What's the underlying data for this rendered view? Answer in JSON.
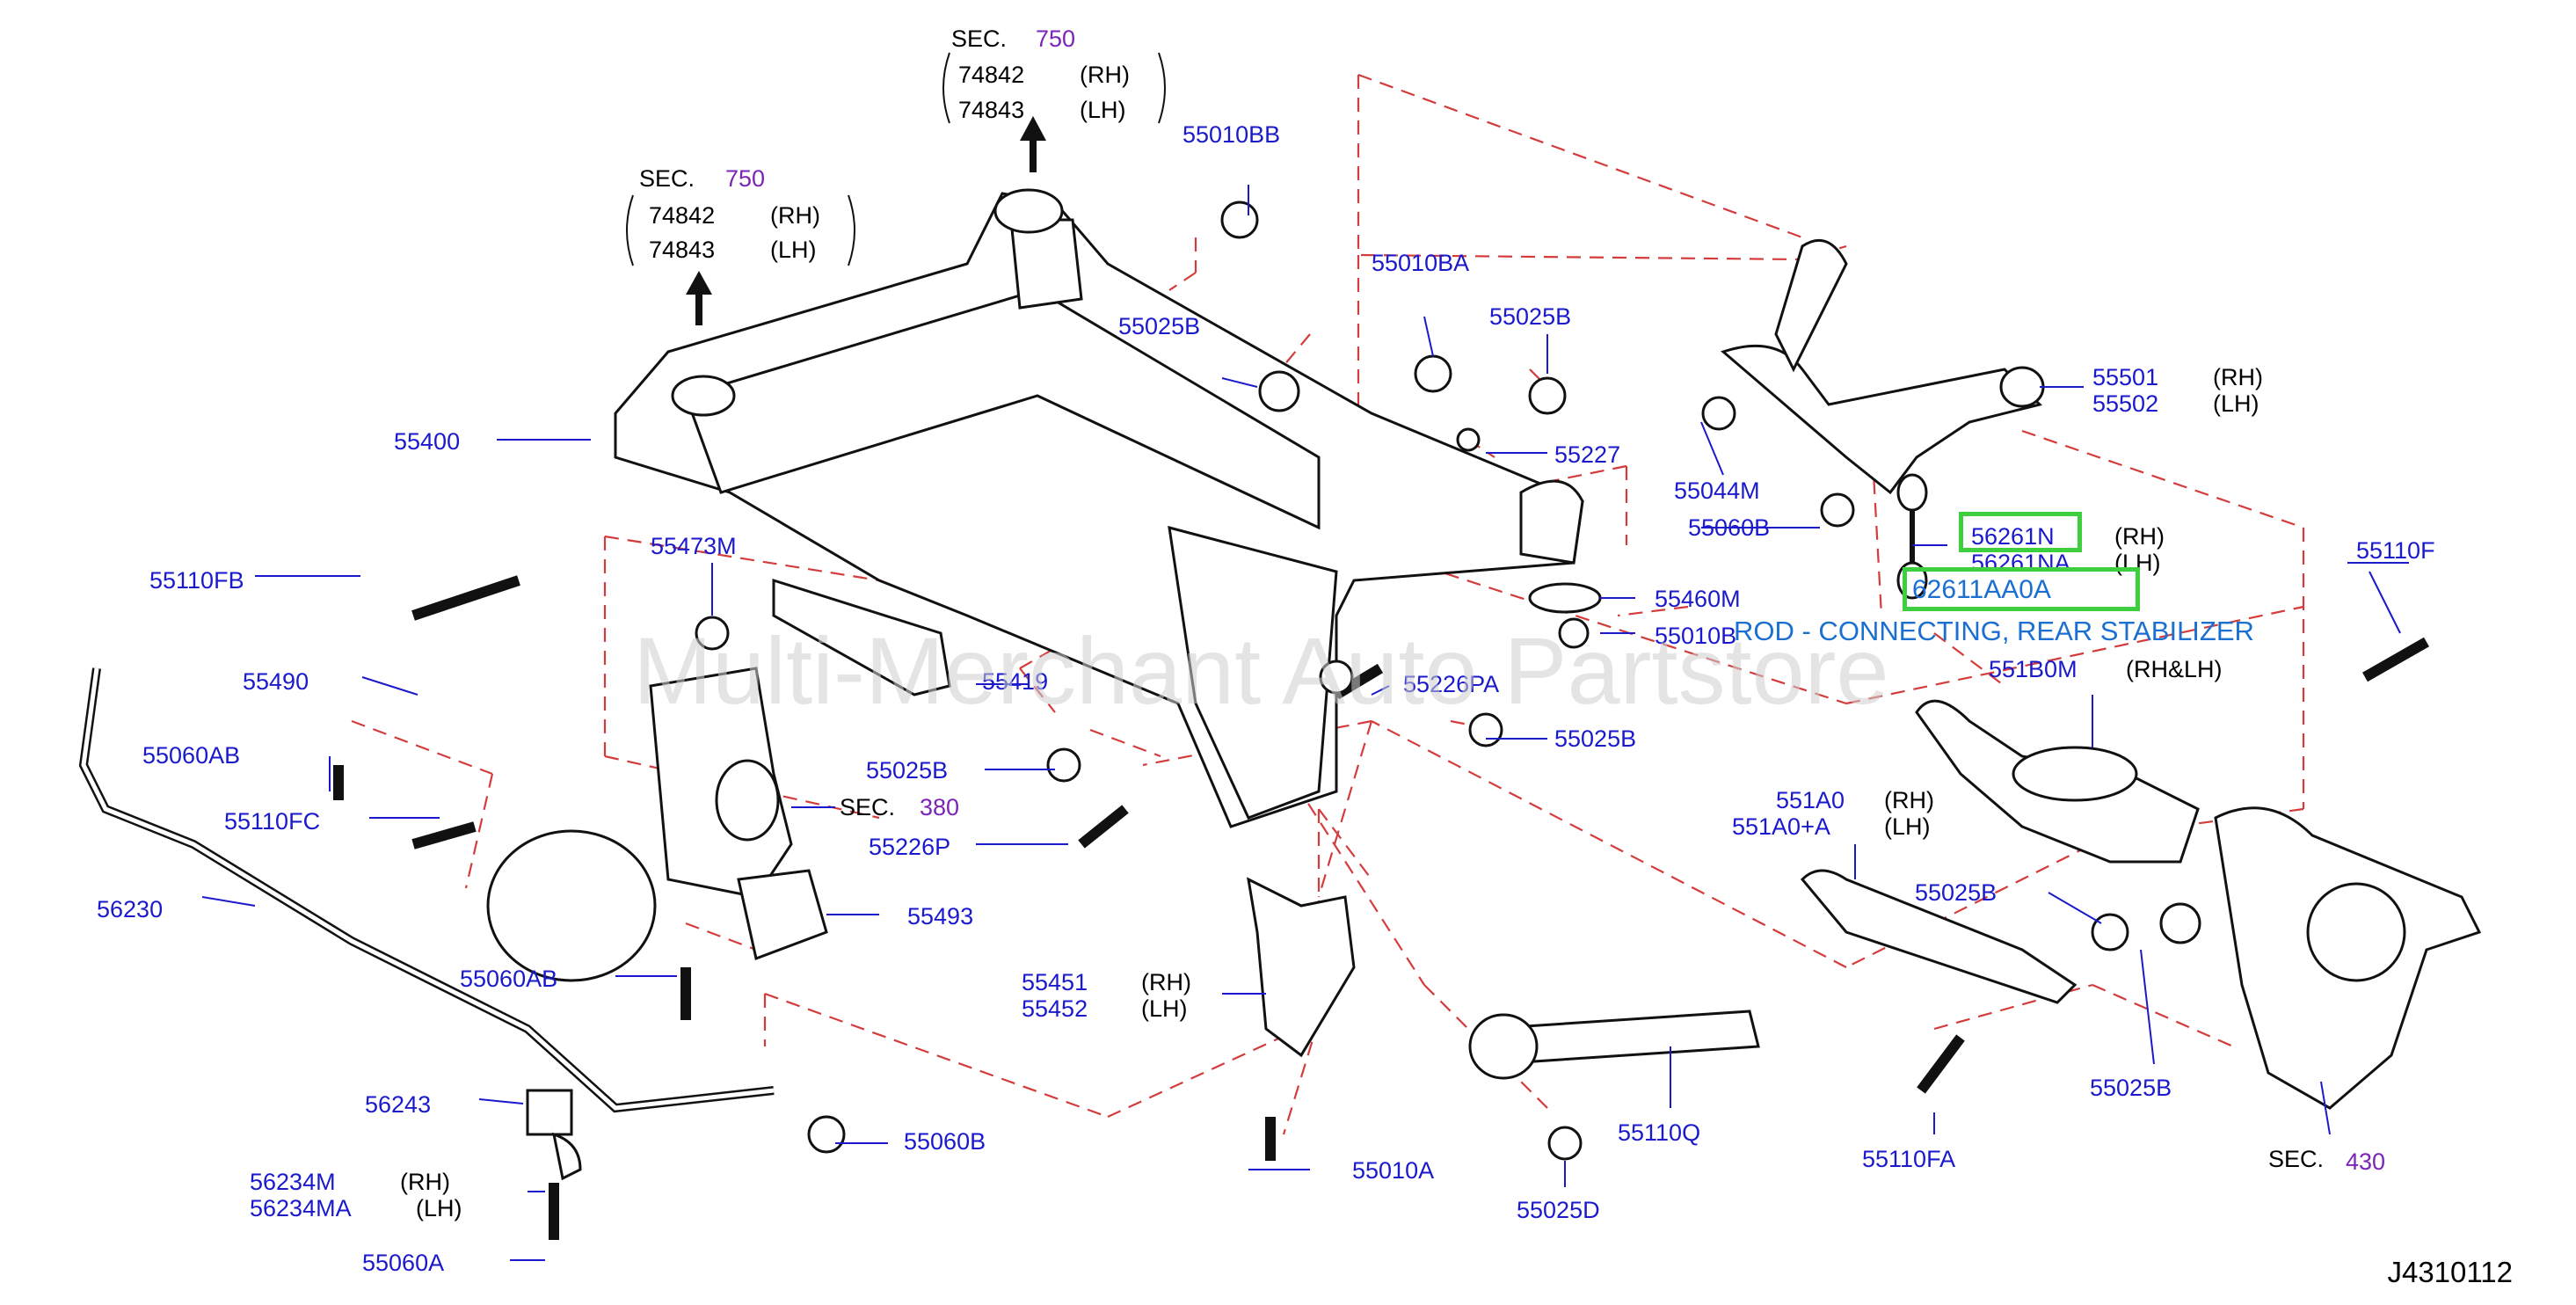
{
  "labels": {
    "sec750_a": "SEC.",
    "sec750_a_num": "750",
    "p74842_a": "74842",
    "rh_74842_a": "(RH)",
    "p74843_a": "74843",
    "lh_74843_a": "(LH)",
    "sec750_b": "SEC.",
    "sec750_b_num": "750",
    "p74842_b": "74842",
    "rh_74842_b": "(RH)",
    "p74843_b": "74843",
    "lh_74843_b": "(LH)",
    "p55010BB": "55010BB",
    "p55010BA": "55010BA",
    "p55025B_1": "55025B",
    "p55025B_2": "55025B",
    "p55227": "55227",
    "p55400": "55400",
    "p55044M": "55044M",
    "p55060B": "55060B",
    "p55501": "55501",
    "rh_55501": "(RH)",
    "p55502": "55502",
    "lh_55502": "(LH)",
    "p56261N": "56261N",
    "rh_56261N": "(RH)",
    "p56261NA": "56261NA",
    "lh_56261NA": "(LH)",
    "p55110F": "55110F",
    "p55110FB": "55110FB",
    "p55473M": "55473M",
    "p55460M": "55460M",
    "p55010B": "55010B",
    "p55490": "55490",
    "p55419": "55419",
    "p55226PA": "55226PA",
    "p551B0M": "551B0M",
    "rhlh_551B0M": "(RH&LH)",
    "p55060AB_1": "55060AB",
    "p55025B_3": "55025B",
    "p55025B_4": "55025B",
    "p55110FC": "55110FC",
    "sec380": "SEC.",
    "sec380_num": "380",
    "p551A0": "551A0",
    "rh_551A0": "(RH)",
    "p551A0A": "551A0+A",
    "lh_551A0A": "(LH)",
    "p55226P": "55226P",
    "p56230": "56230",
    "p55025B_5": "55025B",
    "p55493": "55493",
    "p55060AB_2": "55060AB",
    "p55451": "55451",
    "rh_55451": "(RH)",
    "p55452": "55452",
    "lh_55452": "(LH)",
    "p55025B_6": "55025B",
    "p56243": "56243",
    "p55060B_2": "55060B",
    "p55110Q": "55110Q",
    "p55110FA": "55110FA",
    "sec430": "SEC.",
    "sec430_num": "430",
    "p56234M": "56234M",
    "rh_56234M": "(RH)",
    "p56234MA": "56234MA",
    "lh_56234MA": "(LH)",
    "p55010A": "55010A",
    "p55025D": "55025D",
    "p55060A": "55060A"
  },
  "highlight": {
    "box1_text": "",
    "box2_text": "62611AA0A",
    "description": "ROD - CONNECTING, REAR STABILIZER"
  },
  "watermark": "Multi-Merchant Auto Partstore",
  "ref_code": "J4310112",
  "colors": {
    "part_number": "#1a1acc",
    "section_number": "#7a24b8",
    "leader_dash": "#d43c3c",
    "highlight_border": "#3ecf3e",
    "description_text": "#1a6fd1"
  }
}
